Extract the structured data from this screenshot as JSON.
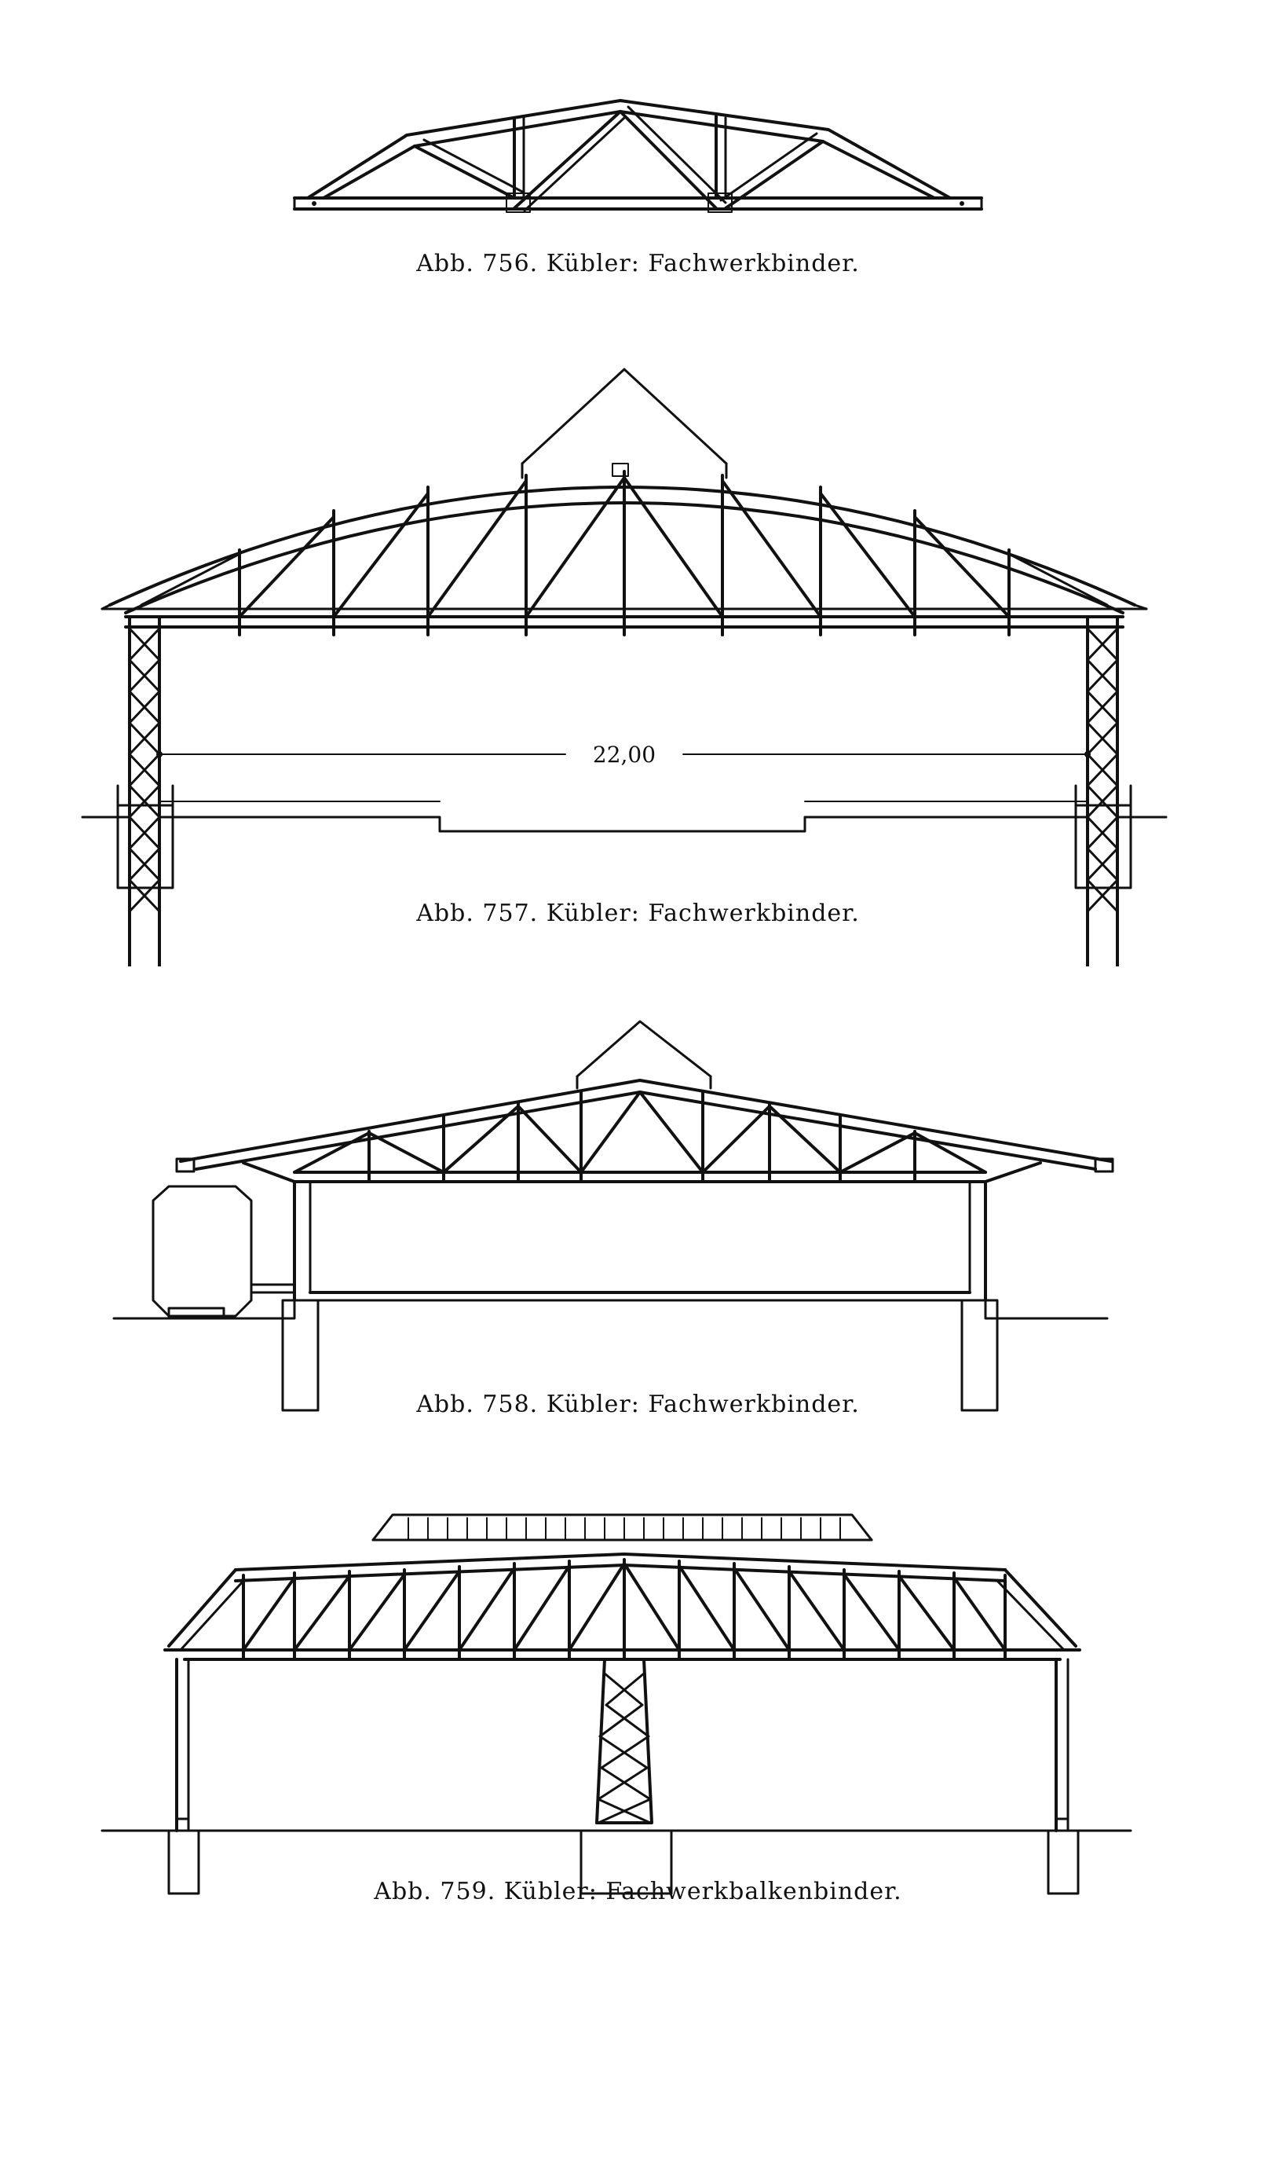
{
  "figures": [
    {
      "id": "fig756",
      "caption": "Abb. 756. Kübler: Fachwerkbinder."
    },
    {
      "id": "fig757",
      "caption": "Abb. 757. Kübler: Fachwerkbinder.",
      "dimension_label": "22,00"
    },
    {
      "id": "fig758",
      "caption": "Abb. 758. Kübler: Fachwerkbinder."
    },
    {
      "id": "fig759",
      "caption": "Abb. 759. Kübler: Fachwerkbalkenbinder."
    }
  ]
}
